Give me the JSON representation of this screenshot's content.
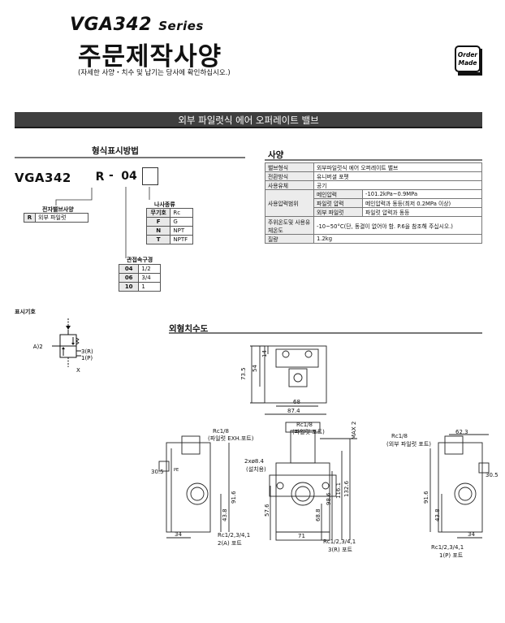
{
  "header": {
    "series_model": "VGA342",
    "series_word": "Series",
    "title": "주문제작사양",
    "note": "(자세한 사양・치수 및 납기는 당사에 확인하십시오.)",
    "badge_line1": "Order",
    "badge_line2": "Made"
  },
  "section_title": "외부 파일럿식 에어 오퍼레이트 밸브",
  "ordering": {
    "heading": "형식표시방법",
    "model": "VGA342",
    "code_r": "R",
    "dash": "-",
    "code_port": "04",
    "pilot_title": "전자밸브사양",
    "pilot_rows": [
      {
        "code": "R",
        "desc": "외부 파일럿"
      }
    ],
    "thread_title": "나사종류",
    "thread_header": [
      "무기호",
      "Rc"
    ],
    "thread_rows": [
      {
        "code": "F",
        "desc": "G"
      },
      {
        "code": "N",
        "desc": "NPT"
      },
      {
        "code": "T",
        "desc": "NPTF"
      }
    ],
    "port_title": "관접속구경",
    "port_rows": [
      {
        "code": "04",
        "desc": "1/2"
      },
      {
        "code": "06",
        "desc": "3/4"
      },
      {
        "code": "10",
        "desc": "1"
      }
    ]
  },
  "spec": {
    "heading": "사양",
    "rows": [
      {
        "k": "밸브형식",
        "v": "외부파일럿식 에어 오퍼레이트 밸브"
      },
      {
        "k": "전환방식",
        "v": "유니버셜 포펫"
      },
      {
        "k": "사용유체",
        "v": "공기"
      },
      {
        "k": "사용압력범위",
        "sub": [
          {
            "k": "메인압력",
            "v": "-101.2kPa~0.9MPa"
          },
          {
            "k": "파일럿 압력",
            "v": "메인압력과 동등(최저 0.2MPa 이상)"
          },
          {
            "k": "외부 파일럿",
            "v": "파일럿 압력과 동등"
          }
        ]
      },
      {
        "k": "주위온도및 사용유체온도",
        "v": "-10~50°C(단, 동결이 없어야 함. P.6을 참조해 주십시오.)"
      },
      {
        "k": "질량",
        "v": "1.2kg"
      }
    ]
  },
  "symbol": {
    "heading": "표시기호",
    "a_label": "(A)2",
    "r_label": "3(R)",
    "p_label": "1(P)",
    "x_label": "X"
  },
  "dimensions": {
    "heading": "외형치수도",
    "top_view": [
      "73.5",
      "54",
      "14",
      "68",
      "87.4"
    ],
    "front": {
      "pilot_port": "Rc1/8",
      "pilot_port_note": "(파일럿 포트)",
      "max": "MAX 2",
      "mount": "2xø8.4",
      "mount_note": "(설치용)",
      "dims": [
        "57.6",
        "68.8",
        "98.6",
        "116.1",
        "132.6",
        "71"
      ],
      "port_label": "Rc1/2,3/4,1",
      "port_note": "3(R) 포트"
    },
    "left": {
      "exh": "Rc1/8",
      "exh_note": "(파일럿 EXH.포트)",
      "dims": [
        "30.5",
        "91.6",
        "43.8",
        "34"
      ],
      "pe_label": "PE",
      "port_label": "Rc1/2,3/4,1",
      "port_note": "2(A) 포트"
    },
    "right": {
      "ext": "Rc1/8",
      "ext_note": "(외부 파일럿 포트)",
      "dims": [
        "62.3",
        "30.5",
        "91.6",
        "43.8",
        "34"
      ],
      "port_label": "Rc1/2,3/4,1",
      "port_note": "1(P) 포트"
    }
  }
}
